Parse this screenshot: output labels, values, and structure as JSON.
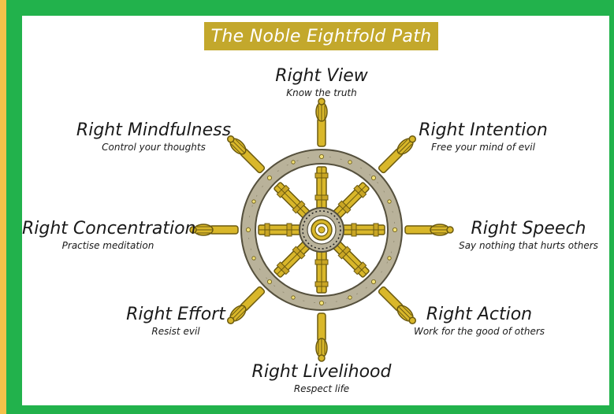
{
  "title": "The Noble Eightfold Path",
  "paths": [
    {
      "key": "view",
      "name": "Right View",
      "desc": "Know the truth"
    },
    {
      "key": "intention",
      "name": "Right Intention",
      "desc": "Free your mind of evil"
    },
    {
      "key": "speech",
      "name": "Right Speech",
      "desc": "Say nothing that hurts others"
    },
    {
      "key": "action",
      "name": "Right Action",
      "desc": "Work for the good of others"
    },
    {
      "key": "livelihood",
      "name": "Right Livelihood",
      "desc": "Respect life"
    },
    {
      "key": "effort",
      "name": "Right Effort",
      "desc": "Resist evil"
    },
    {
      "key": "concentration",
      "name": "Right Concentration",
      "desc": "Practise meditation"
    },
    {
      "key": "mindfulness",
      "name": "Right Mindfulness",
      "desc": "Control your thoughts"
    }
  ],
  "colors": {
    "outer_border": "#22b24c",
    "background_edge": "#f5c24a",
    "banner": "#c3a82c",
    "wheel_rim": "#b9b29a",
    "gold": "#d9b72a",
    "dark_gold": "#6b5a10"
  }
}
